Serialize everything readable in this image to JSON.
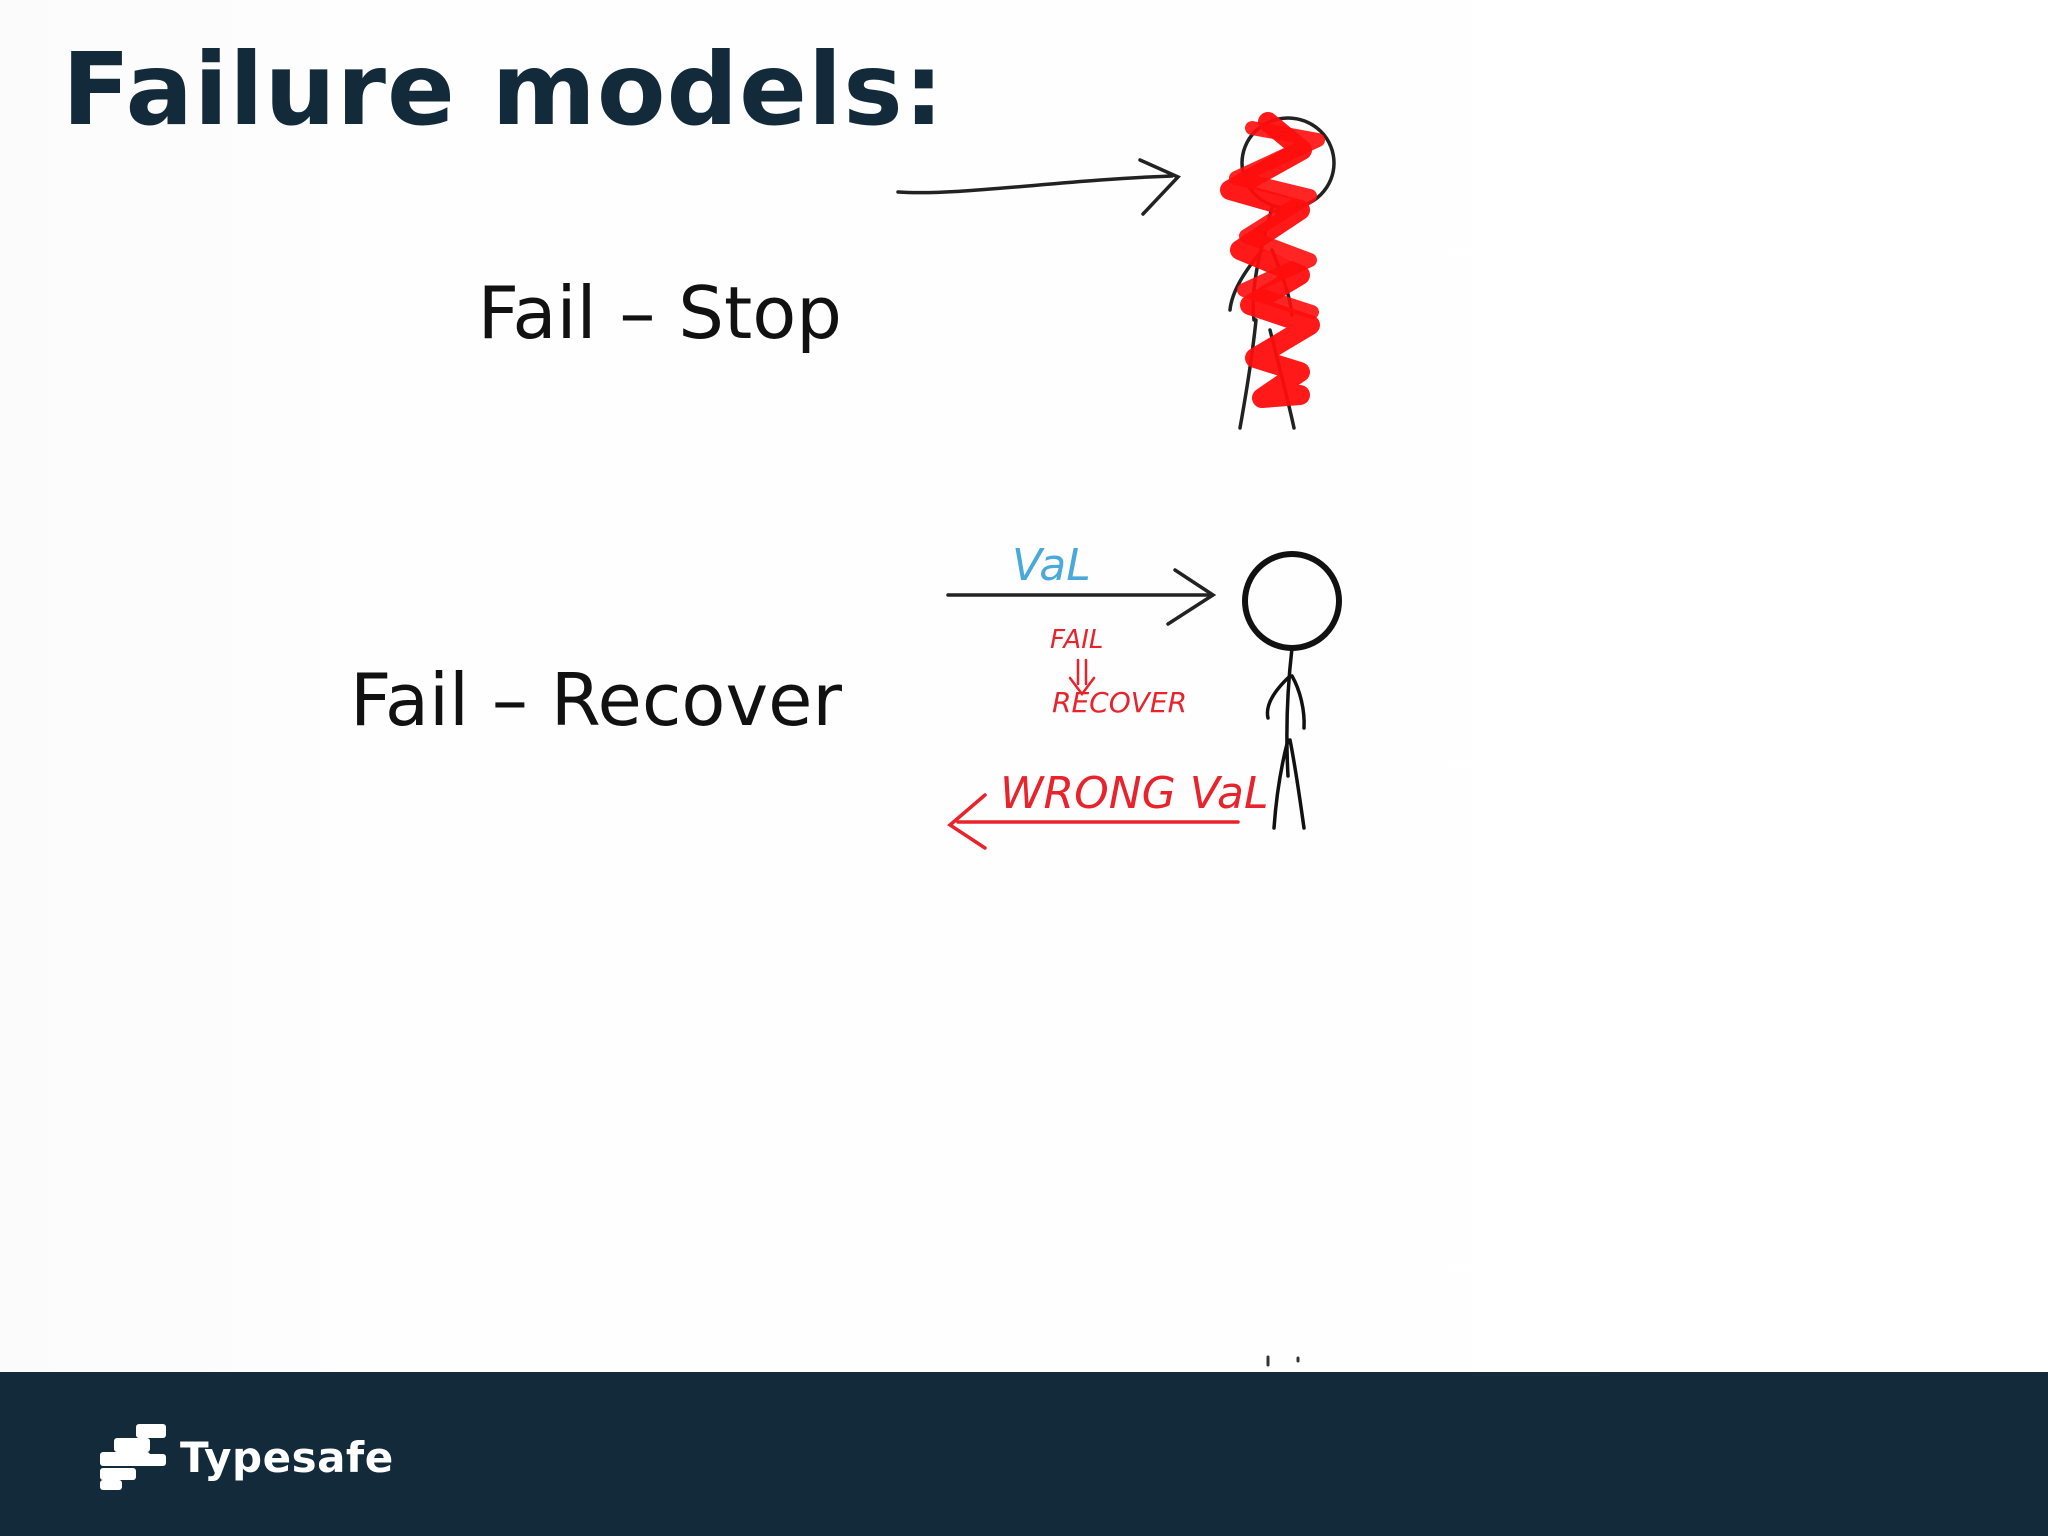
{
  "slide": {
    "title": "Failure models:",
    "models": [
      {
        "label": "Fail – Stop"
      },
      {
        "label": "Fail – Recover"
      }
    ]
  },
  "sketch": {
    "val_label": "VaL",
    "fail_label": "FAIL",
    "recover_label": "RECOVER",
    "wrong_val_label": "WRONG VaL",
    "colors": {
      "ink": "#111111",
      "scribble": "#ff0d0d",
      "val": "#4aa9dc",
      "wrong": "#e8232c"
    }
  },
  "footer": {
    "brand": "Typesafe",
    "background": "#132a3b"
  }
}
